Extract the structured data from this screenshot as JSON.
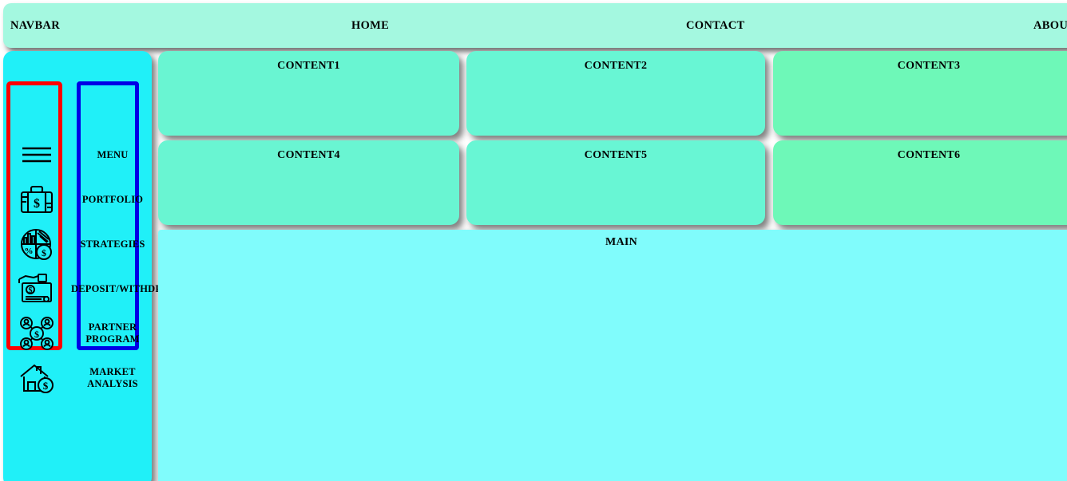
{
  "navbar": {
    "brand": "NAVBAR",
    "items": [
      {
        "label": "HOME",
        "name": "home"
      },
      {
        "label": "CONTACT",
        "name": "contact"
      },
      {
        "label": "ABOUT",
        "name": "about"
      }
    ],
    "background_color": "#a4f8e0"
  },
  "sidebar": {
    "background_color": "#20f0f8",
    "icon_column_border_color": "#ff0000",
    "label_column_border_color": "#0000e6",
    "items": [
      {
        "label": "MENU",
        "icon": "hamburger-menu-icon"
      },
      {
        "label": "PORTFOLIO",
        "icon": "briefcase-dollar-icon"
      },
      {
        "label": "STRATEGIES",
        "icon": "pie-chart-percent-dollar-icon"
      },
      {
        "label": "DEPOSIT/WITHDRAW",
        "icon": "hand-banknote-icon"
      },
      {
        "label": "PARTNER PROGRAM",
        "icon": "people-network-dollar-icon"
      },
      {
        "label": "MARKET ANALYSIS",
        "icon": "house-dollar-icon"
      }
    ]
  },
  "content_cards": [
    {
      "label": "CONTENT1",
      "color": "#69f5d2"
    },
    {
      "label": "CONTENT2",
      "color": "#68f6d4"
    },
    {
      "label": "CONTENT3",
      "color": "#6ef8b8"
    },
    {
      "label": "CONTENT4",
      "color": "#69f5d2"
    },
    {
      "label": "CONTENT5",
      "color": "#68f6d4"
    },
    {
      "label": "CONTENT6",
      "color": "#6ef8b8"
    }
  ],
  "main": {
    "label": "MAIN",
    "background_color": "#80fcfc"
  }
}
